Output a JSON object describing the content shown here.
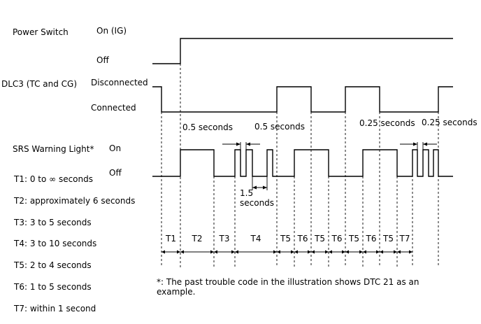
{
  "signals": {
    "power_switch": {
      "name": "Power Switch",
      "high": "On (IG)",
      "low": "Off"
    },
    "dlc3": {
      "name": "DLC3 (TC and CG)",
      "high": "Disconnected",
      "low": "Connected"
    },
    "srs": {
      "name": "SRS Warning Light*",
      "high": "On",
      "low": "Off"
    }
  },
  "intervals": {
    "a": "0.5 seconds",
    "b": "0.5 seconds",
    "c": "0.25 seconds",
    "d": "0.25 seconds",
    "e_line1": "1.5",
    "e_line2": "seconds"
  },
  "periods": [
    "T1",
    "T2",
    "T3",
    "T4",
    "T5",
    "T6",
    "T5",
    "T6",
    "T5",
    "T6",
    "T5",
    "T7"
  ],
  "legend": [
    "T1: 0 to ∞ seconds",
    "T2: approximately 6 seconds",
    "T3: 3 to 5 seconds",
    "T4: 3 to 10 seconds",
    "T5: 2 to 4 seconds",
    "T6: 1 to 5 seconds",
    "T7: within 1 second"
  ],
  "note": {
    "line1": "*: The past trouble code in the illustration shows DTC 21 as an",
    "line2": "example."
  }
}
